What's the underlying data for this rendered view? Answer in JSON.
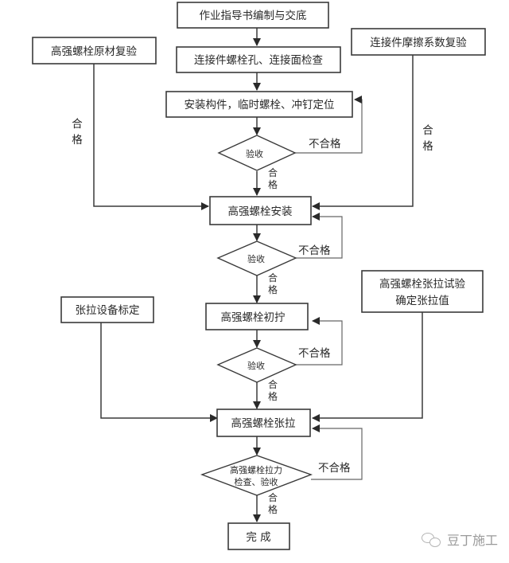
{
  "diagram": {
    "title_node": "作业指导书编制与交底",
    "nodes": {
      "guide": "作业指导书编制与交底",
      "hole_check": "连接件螺栓孔、连接面检查",
      "install_members": "安装构件，临时螺栓、冲钉定位",
      "accept_1": "验收",
      "bolt_material_test": "高强螺栓原材复验",
      "friction_test": "连接件摩擦系数复验",
      "bolt_install": "高强螺栓安装",
      "accept_2": "验收",
      "initial_tighten": "高强螺栓初拧",
      "equipment_calibration": "张拉设备标定",
      "tension_test_line1": "高强螺栓张拉试验",
      "tension_test_line2": "确定张拉值",
      "accept_3": "验收",
      "bolt_tension": "高强螺栓张拉",
      "final_check_line1": "高强螺栓拉力",
      "final_check_line2": "检查、验收",
      "complete": "完 成"
    },
    "labels": {
      "pass_v1": "合",
      "pass_v2": "格",
      "fail": "不合格"
    }
  },
  "watermark": {
    "icon": "wechat-icon",
    "text": "豆丁施工"
  }
}
